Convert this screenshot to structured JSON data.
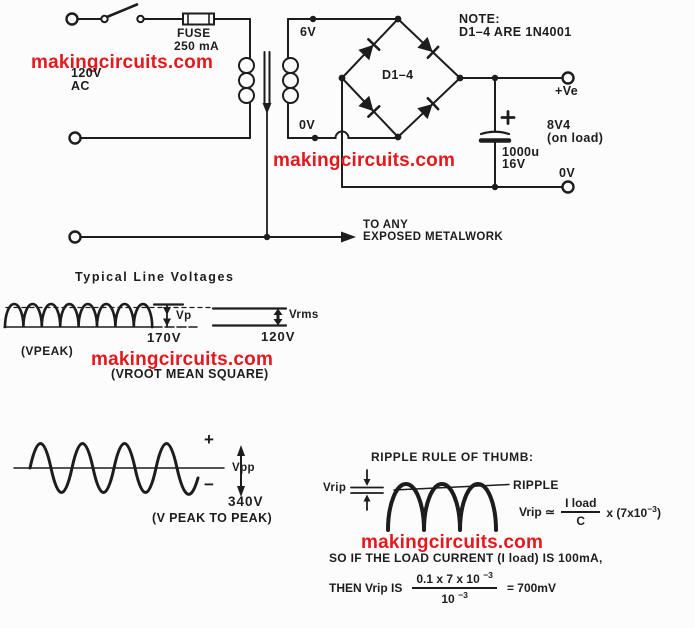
{
  "watermark": {
    "text": "makingcircuits.com",
    "color": "#e3191e"
  },
  "colors": {
    "ink": "#1d1d1d",
    "background": "#fcfcfc"
  },
  "circuit": {
    "fuse_label": "FUSE",
    "fuse_rating": "250 mA",
    "input_voltage": "120V",
    "input_type": "AC",
    "secondary_top_tap": "6V",
    "secondary_bottom_tap": "0V",
    "note_line1": "NOTE:",
    "note_line2": "D1–4 ARE 1N4001",
    "bridge_label": "D1–4",
    "output_positive": "+Ve",
    "output_voltage": "8V4",
    "output_condition": "(on load)",
    "cap_value": "1000u",
    "cap_voltage": "16V",
    "output_ground": "0V",
    "metalwork_line1": "TO ANY",
    "metalwork_line2": "EXPOSED METALWORK"
  },
  "line_voltages": {
    "title": "Typical Line Voltages",
    "vp_label": "Vp",
    "vp_value": "170V",
    "vp_caption": "(VPEAK)",
    "vrms_label": "Vrms",
    "vrms_value": "120V",
    "vrms_caption": "(VROOT MEAN SQUARE)"
  },
  "peak_to_peak": {
    "plus": "+",
    "minus": "−",
    "vpp_label": "Vpp",
    "vpp_value": "340V",
    "caption": "(V PEAK TO PEAK)"
  },
  "ripple": {
    "title": "RIPPLE RULE OF THUMB:",
    "vrip_label": "Vrip",
    "ripple_label": "RIPPLE",
    "formula_lhs": "Vrip ≃",
    "formula_num": "I load",
    "formula_den": "C",
    "formula_mult": "x (7x10",
    "formula_exp": "−3",
    "formula_close": ")",
    "conclusion": "SO IF THE LOAD CURRENT (I load) IS 100mA,",
    "then_label": "THEN Vrip IS",
    "calc_num": "0.1 x 7 x 10",
    "calc_num_exp": "−3",
    "calc_den": "10",
    "calc_den_exp": "−3",
    "result": "= 700mV"
  }
}
